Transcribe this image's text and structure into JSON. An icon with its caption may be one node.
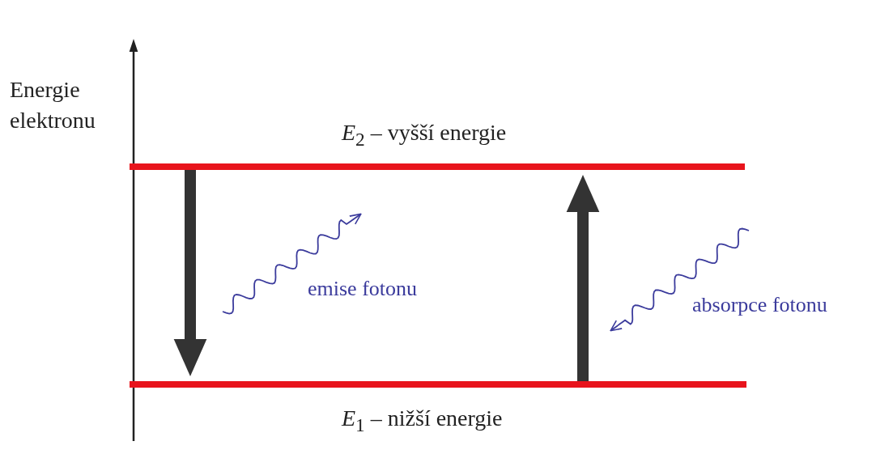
{
  "diagram": {
    "nodes": [
      {
        "text": [
          "*E*$_{2}$ – vyšší energie"
        ]
      },
      {
        "text": [
          "*E*$_{1}$ – nižší energie"
        ]
      }
    ],
    "edges": [
      {
        "from": 0,
        "to": 1,
        "arrow": "to"
      },
      {
        "from": 1,
        "to": 0,
        "arrow": "to"
      }
    ],
    "labels": [
      "Energie elektronu",
      "emise fotonu",
      "absorpce fotonu"
    ]
  }
}
